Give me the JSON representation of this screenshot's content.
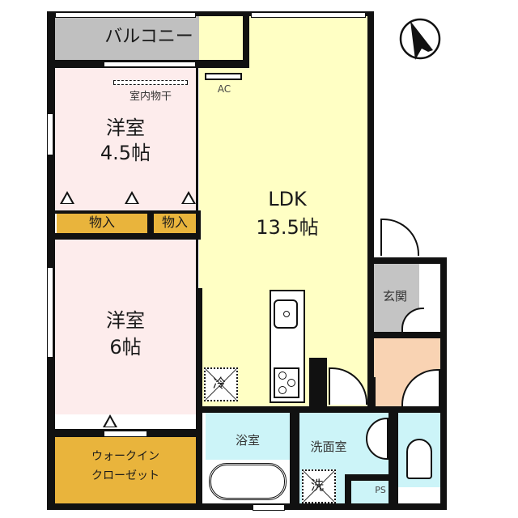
{
  "floorplan": {
    "compass": {
      "icon": "north-arrow-icon",
      "direction_deg": -25
    },
    "colors": {
      "balcony": "#c0c0c0",
      "western_room": "#fdecec",
      "ldk": "#ffffc4",
      "storage": "#e9b43c",
      "entrance": "#c4c4c4",
      "hallway": "#f9d3b3",
      "wet_area": "#ccf4f8",
      "wall": "#111111"
    },
    "rooms": {
      "balcony": {
        "label": "バルコニー"
      },
      "western_room_1": {
        "name": "洋室",
        "size": "4.5帖",
        "note": "室内物干"
      },
      "storage_1": {
        "label": "物入"
      },
      "storage_2": {
        "label": "物入"
      },
      "western_room_2": {
        "name": "洋室",
        "size": "6帖"
      },
      "walk_in_closet": {
        "line1": "ウォークイン",
        "line2": "クローゼット"
      },
      "ldk": {
        "name": "LDK",
        "size": "13.5帖",
        "ac": "AC"
      },
      "fridge": {
        "label": "冷"
      },
      "entrance": {
        "label": "玄関"
      },
      "bathroom": {
        "label": "浴室"
      },
      "washroom": {
        "label": "洗面室"
      },
      "washer": {
        "label": "洗"
      },
      "ps": {
        "label": "PS"
      }
    }
  }
}
